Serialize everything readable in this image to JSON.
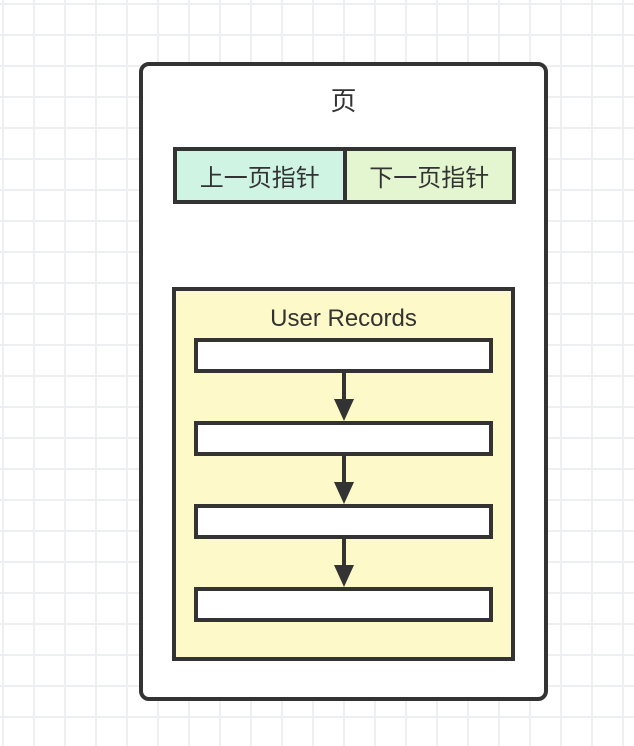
{
  "page": {
    "title": "页",
    "pointers": {
      "prev": {
        "label": "上一页指针",
        "fill": "#cff4e4"
      },
      "next": {
        "label": "下一页指针",
        "fill": "#e4f6d0"
      }
    },
    "user_records": {
      "title": "User Records",
      "record_slots": 4,
      "fill": "#fdf9c8",
      "record_fill": "#ffffff"
    },
    "colors": {
      "border": "#333333",
      "background": "#ffffff",
      "grid_line": "#edeff1"
    }
  }
}
